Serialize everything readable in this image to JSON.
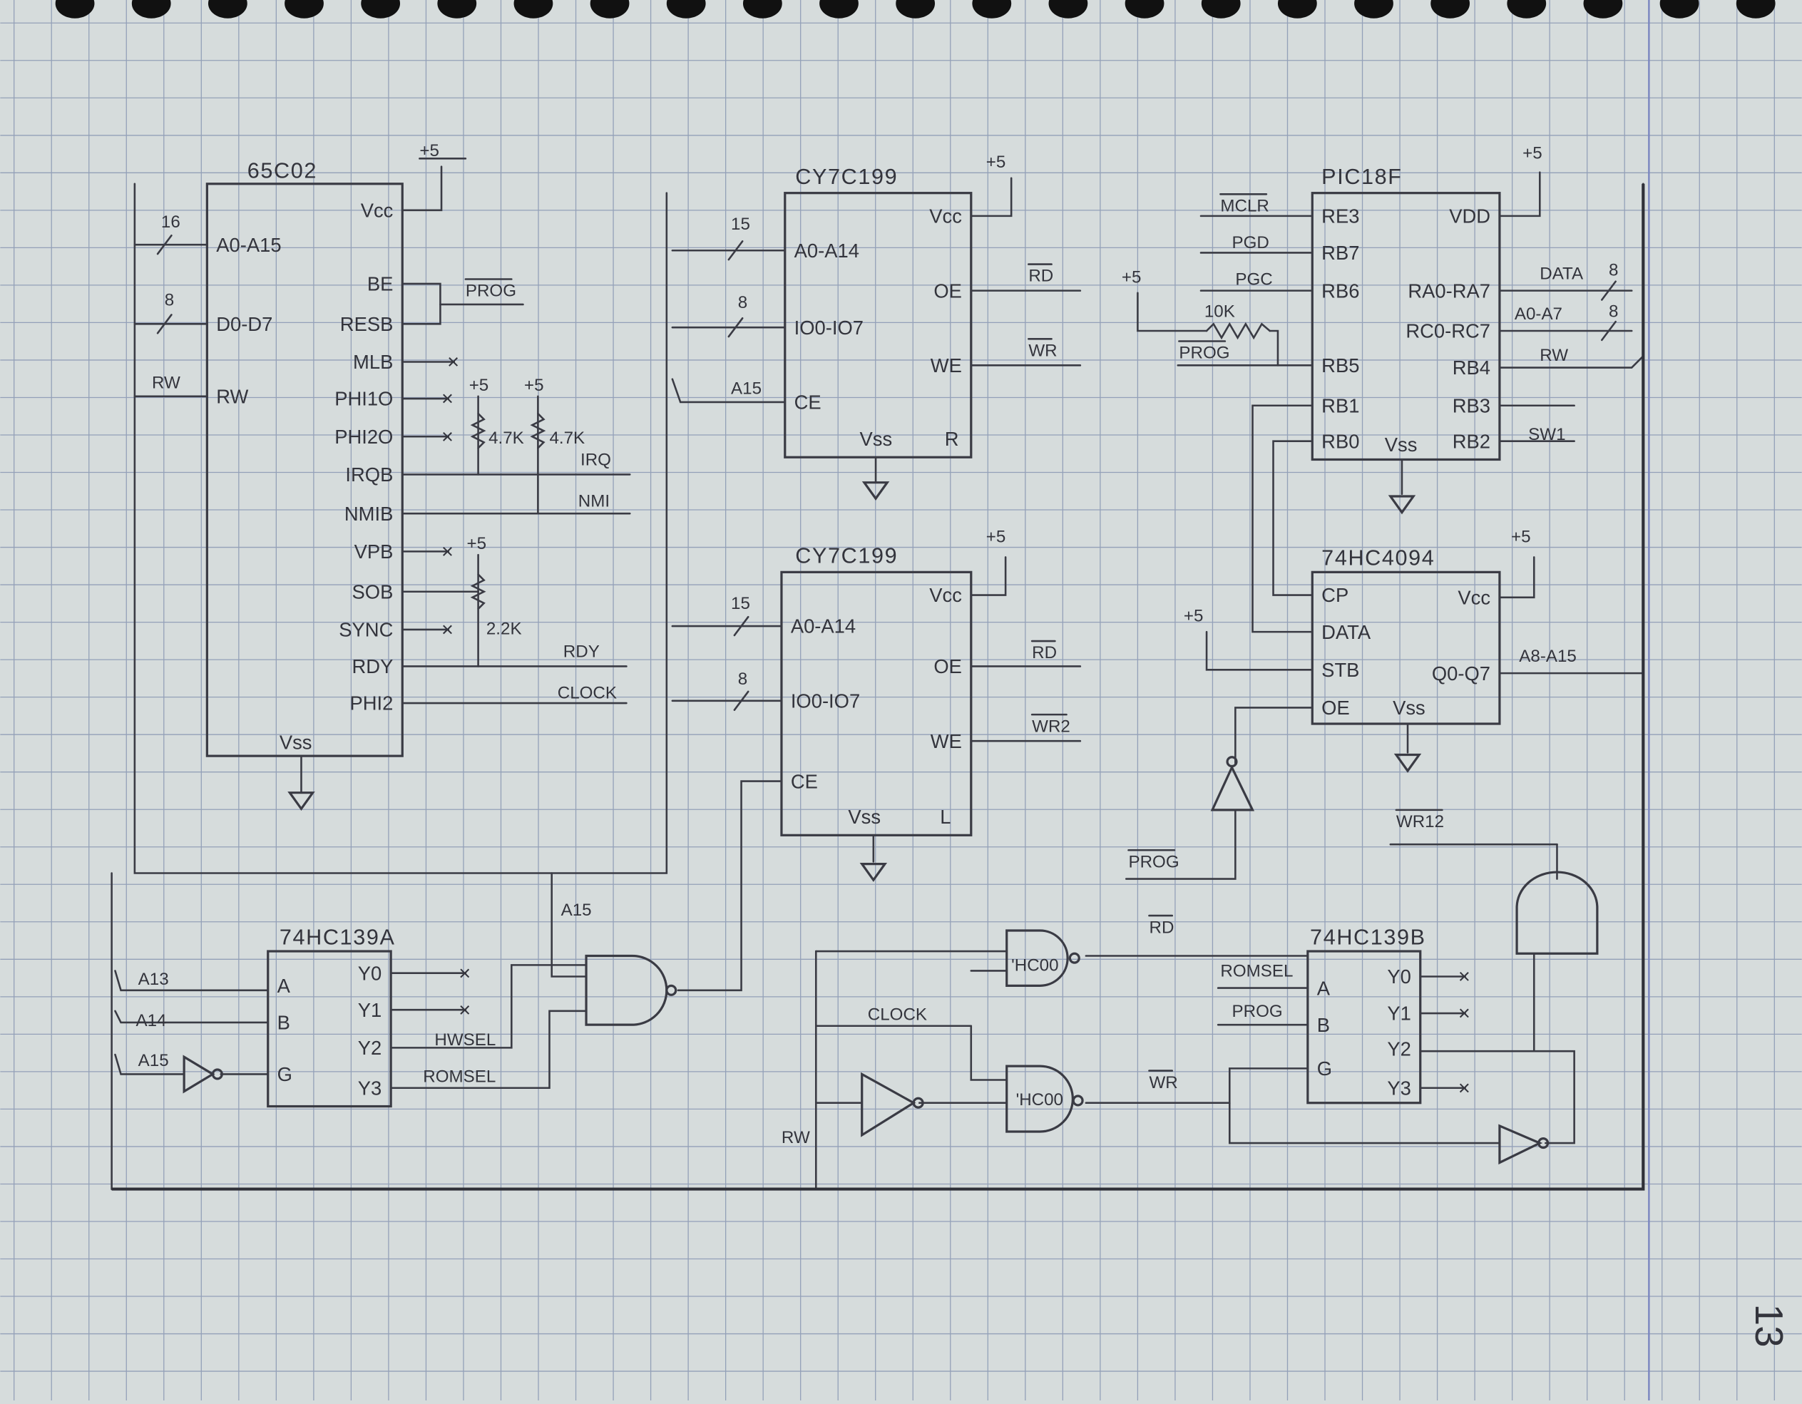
{
  "page_number": "13",
  "chips": [
    {
      "id": "cpu",
      "title": "65C02",
      "left": [
        "A0-A15",
        "D0-D7",
        "RW"
      ],
      "right": [
        "Vcc",
        "BE",
        "RESB",
        "MLB",
        "PHI1O",
        "PHI2O",
        "IRQB",
        "NMIB",
        "VPB",
        "SOB",
        "SYNC",
        "RDY",
        "PHI2"
      ],
      "bottom": [
        "Vss"
      ]
    },
    {
      "id": "ram_r",
      "title": "CY7C199",
      "left": [
        "A0-A14",
        "IO0-IO7",
        "CE"
      ],
      "right": [
        "Vcc",
        "OE",
        "WE"
      ],
      "bottom": [
        "Vss",
        "R"
      ]
    },
    {
      "id": "ram_l",
      "title": "CY7C199",
      "left": [
        "A0-A14",
        "IO0-IO7",
        "CE"
      ],
      "right": [
        "Vcc",
        "OE",
        "WE"
      ],
      "bottom": [
        "Vss",
        "L"
      ]
    },
    {
      "id": "pic",
      "title": "PIC18F",
      "left": [
        "RE3",
        "RB7",
        "RB6",
        "RB5",
        "RB1",
        "RB0"
      ],
      "right": [
        "VDD",
        "RA0-RA7",
        "RC0-RC7",
        "RB4",
        "RB3",
        "RB2"
      ],
      "bottom": [
        "Vss"
      ]
    },
    {
      "id": "sr",
      "title": "74HC4094",
      "left": [
        "CP",
        "DATA",
        "STB",
        "OE"
      ],
      "right": [
        "Vcc",
        "Q0-Q7"
      ],
      "bottom": [
        "Vss"
      ]
    },
    {
      "id": "dec_a",
      "title": "74HC139A",
      "left": [
        "A",
        "B",
        "G"
      ],
      "right": [
        "Y0",
        "Y1",
        "Y2",
        "Y3"
      ],
      "bottom": []
    },
    {
      "id": "dec_b",
      "title": "74HC139B",
      "left": [
        "A",
        "B",
        "G"
      ],
      "right": [
        "Y0",
        "Y1",
        "Y2",
        "Y3"
      ],
      "bottom": []
    }
  ],
  "nets": [
    "+5",
    "PROG",
    "+5",
    "+5",
    "4.7K",
    "4.7K",
    "IRQ",
    "NMI",
    "+5",
    "2.2K",
    "RDY",
    "CLOCK",
    "16",
    "8",
    "RW",
    "+5",
    "15",
    "8",
    "A15",
    "RD",
    "WR",
    "+5",
    "15",
    "8",
    "RD",
    "WR2",
    "MCLR",
    "PGD",
    "PGC",
    "+5",
    "10K",
    "PROG",
    "+5",
    "DATA",
    "8",
    "A0-A7",
    "8",
    "RW",
    "SW1",
    "+5",
    "+5",
    "A8-A15",
    "WR12",
    "PROG",
    "RD",
    "CLOCK",
    "WR",
    "RW",
    "A15",
    "A13",
    "A14",
    "A15",
    "HWSEL",
    "ROMSEL",
    "ROMSEL",
    "PROG",
    "'HC00",
    "'HC00"
  ],
  "colors": {
    "paper": "#d6dcdc",
    "grid": "#8f9cb4",
    "pencil": "#33343c"
  }
}
